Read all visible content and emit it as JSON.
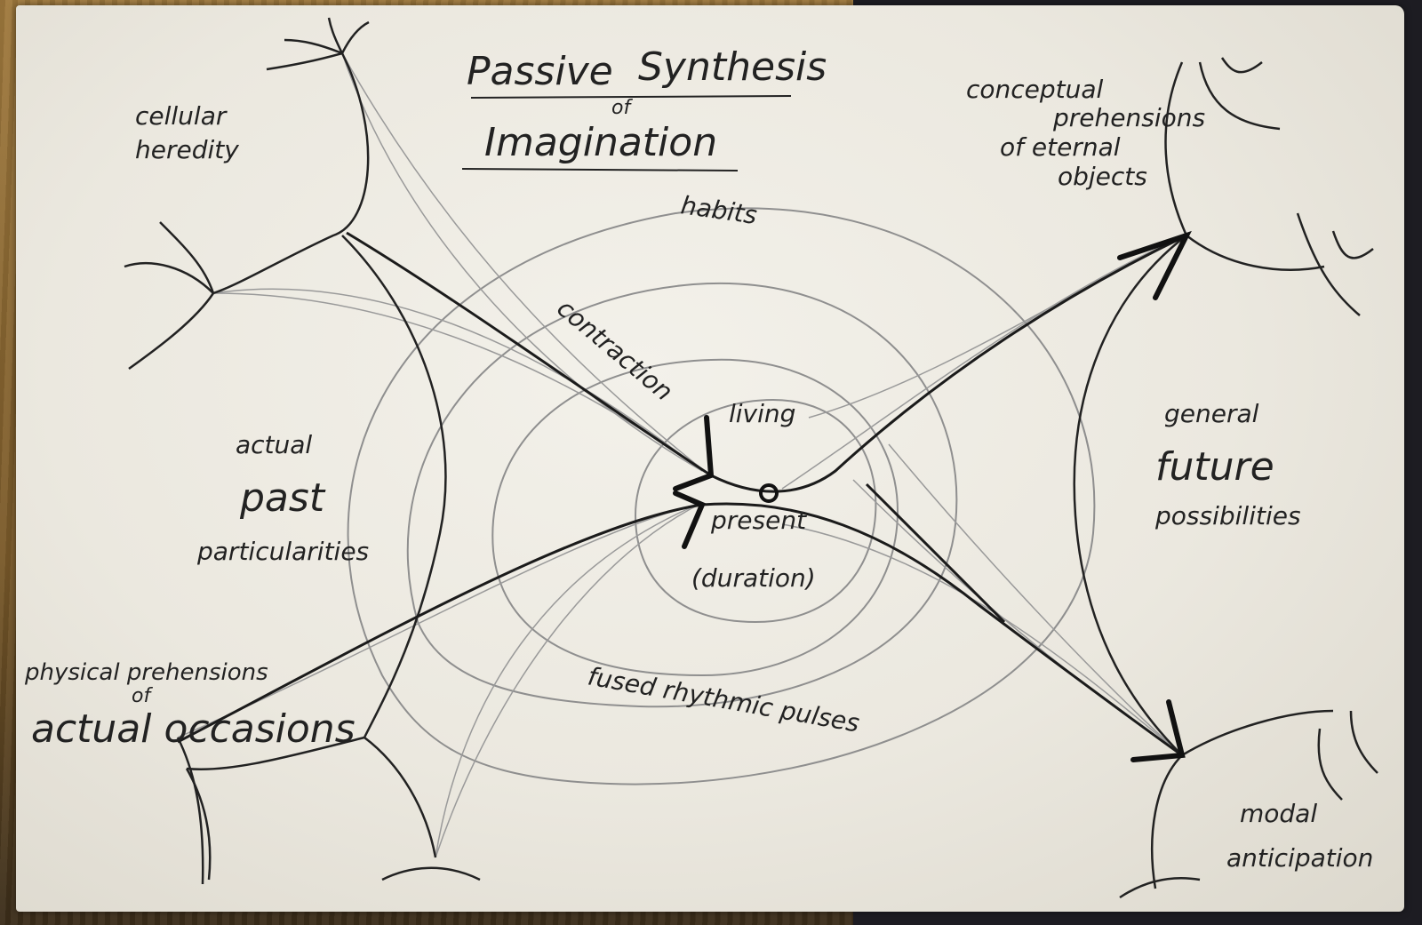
{
  "title": {
    "line1_a": "Passive",
    "line1_b": "Synthesis",
    "of": "of",
    "line2": "Imagination"
  },
  "corners": {
    "top_left": [
      "cellular",
      "heredity"
    ],
    "top_right": [
      "conceptual",
      "prehensions",
      "of eternal",
      "objects"
    ],
    "bottom_left": [
      "physical prehensions",
      "of",
      "actual occasions"
    ],
    "bottom_right": [
      "modal",
      "anticipation"
    ]
  },
  "regions": {
    "left": [
      "actual",
      "past",
      "particularities"
    ],
    "right": [
      "general",
      "future",
      "possibilities"
    ]
  },
  "rings": {
    "outer": "habits",
    "middle": "contraction",
    "inner_bottom": "fused rhythmic pulses"
  },
  "center": {
    "top": "living",
    "middle": "present",
    "bottom": "(duration)"
  },
  "colors": {
    "ink": "#222222",
    "pencil": "#8a8a8a",
    "paper": "#efece4"
  }
}
